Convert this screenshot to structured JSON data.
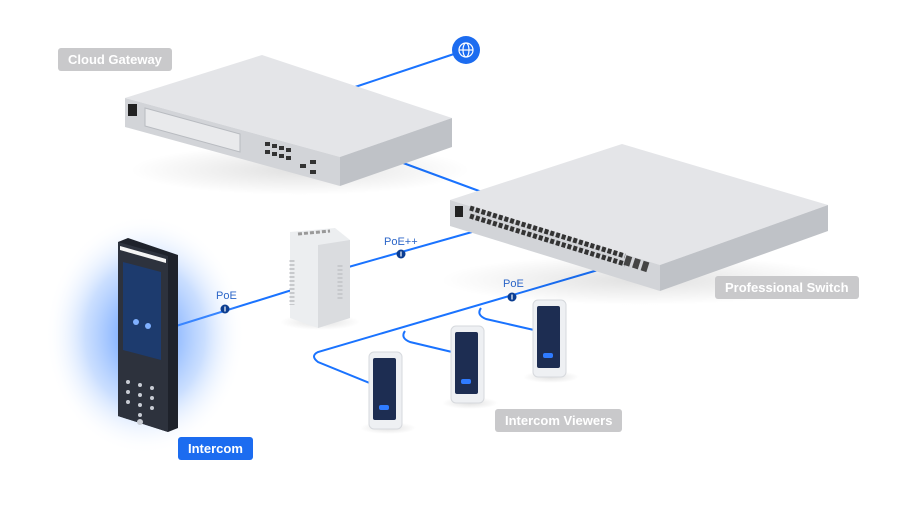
{
  "labels": {
    "cloud_gateway": "Cloud Gateway",
    "professional_switch": "Professional Switch",
    "intercom": "Intercom",
    "intercom_viewers": "Intercom Viewers"
  },
  "links": {
    "injector_to_intercom": "PoE",
    "switch_to_injector": "PoE++",
    "switch_to_viewers": "PoE"
  },
  "icons": {
    "internet": "globe-icon",
    "poe": "power-plug-icon"
  },
  "colors": {
    "accent": "#1c6cf0",
    "line": "#1a73ff",
    "label_gray": "#c9c9cb",
    "poe_dot": "#0b3d91"
  }
}
